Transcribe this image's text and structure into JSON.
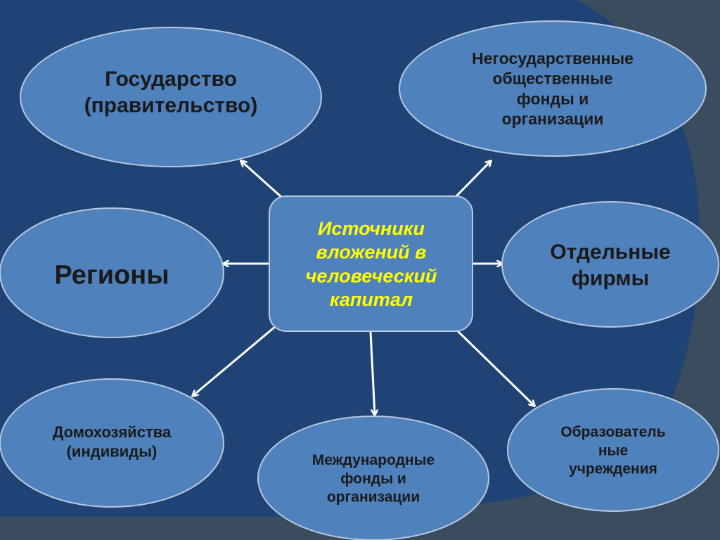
{
  "colors": {
    "slide_bg": "#3a4d5f",
    "panel_bg": "#1f4374",
    "node_fill": "#4f81bd",
    "node_stroke": "#b8c9e0",
    "node_text": "#1a1a1a",
    "center_text": "#ffff00",
    "arrow": "#ffffff"
  },
  "center": {
    "lines": [
      "Источники",
      "вложений в",
      "человеческий",
      "капитал"
    ]
  },
  "nodes": [
    {
      "id": "gosudarstvo",
      "lines": [
        "Государство",
        "(правительство)"
      ]
    },
    {
      "id": "negosudarstvennye",
      "lines": [
        "Негосударственные",
        "общественные",
        "фонды и",
        "организации"
      ]
    },
    {
      "id": "regiony",
      "lines": [
        "Регионы"
      ]
    },
    {
      "id": "firmy",
      "lines": [
        "Отдельные",
        "фирмы"
      ]
    },
    {
      "id": "domokhozyaystva",
      "lines": [
        "Домохозяйства",
        "(индивиды)"
      ]
    },
    {
      "id": "mezhdunarodnye",
      "lines": [
        "Международные",
        "фонды и",
        "организации"
      ]
    },
    {
      "id": "obrazovatelnye",
      "lines": [
        "Образователь",
        "ные",
        "учреждения"
      ]
    }
  ]
}
